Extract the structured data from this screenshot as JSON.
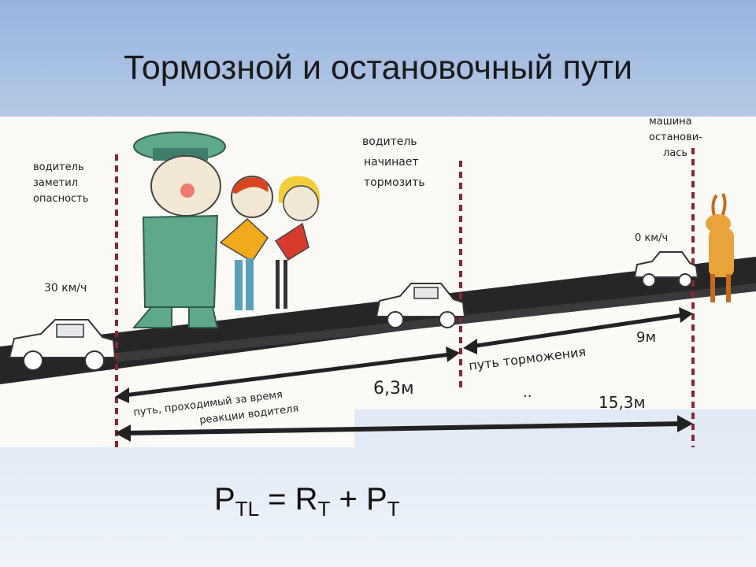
{
  "slide": {
    "title": "Тормозной и остановочный пути",
    "formula": {
      "p1": "P",
      "p1_sub": "TL",
      "eq": " = ",
      "r": "R",
      "r_sub": "T",
      "plus": " + ",
      "p2": "P",
      "p2_sub": "T"
    }
  },
  "illustration": {
    "label_driver_noticed": [
      "водитель",
      "заметил",
      "опасность"
    ],
    "label_driver_brakes": [
      "водитель",
      "начинает",
      "тормозить"
    ],
    "label_car_stopped": [
      "машина",
      "останови-",
      "лась"
    ],
    "speed_start": "30 км/ч",
    "speed_end": "0 км/ч",
    "braking_label": "путь торможения",
    "braking_value": "9м",
    "reaction_label": [
      "путь, проходимый за время",
      "реакции водителя"
    ],
    "reaction_value": "6,3м",
    "total_value": "15,3м",
    "dots": "..",
    "colors": {
      "road": "#262626",
      "marker": "#8a2530",
      "paper": "#fbfaf6",
      "uniform": "#5fa88a"
    }
  }
}
